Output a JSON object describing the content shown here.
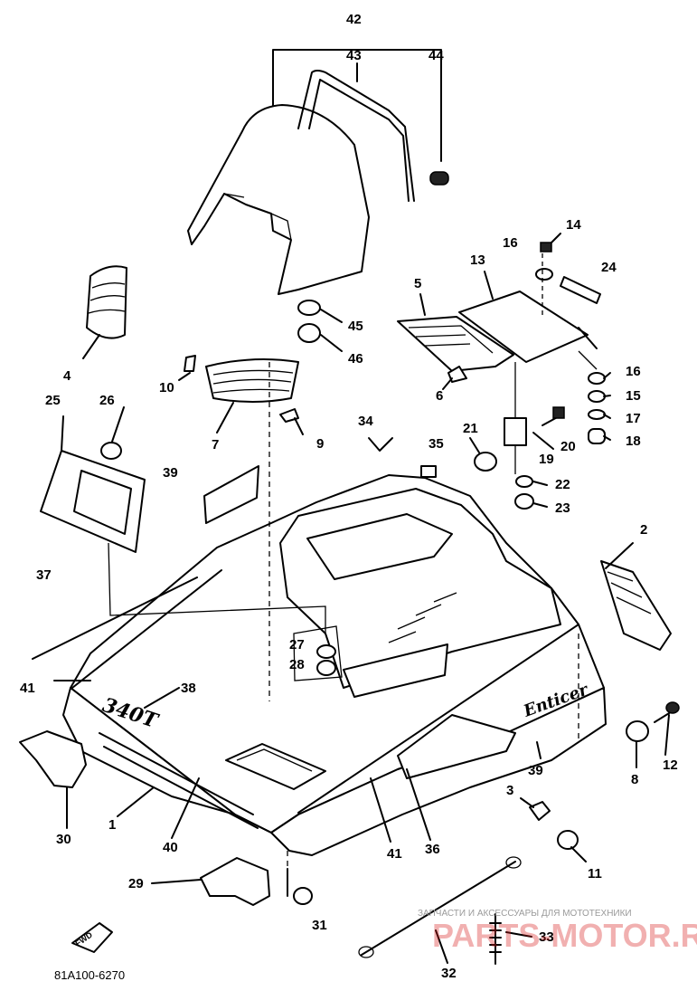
{
  "diagram": {
    "part_numbers": [
      {
        "id": "p42",
        "label": "42"
      },
      {
        "id": "p43",
        "label": "43"
      },
      {
        "id": "p44",
        "label": "44"
      },
      {
        "id": "p14",
        "label": "14"
      },
      {
        "id": "p16a",
        "label": "16"
      },
      {
        "id": "p24",
        "label": "24"
      },
      {
        "id": "p13",
        "label": "13"
      },
      {
        "id": "p5",
        "label": "5"
      },
      {
        "id": "p4",
        "label": "4"
      },
      {
        "id": "p45",
        "label": "45"
      },
      {
        "id": "p46",
        "label": "46"
      },
      {
        "id": "p10",
        "label": "10"
      },
      {
        "id": "p7",
        "label": "7"
      },
      {
        "id": "p9",
        "label": "9"
      },
      {
        "id": "p6",
        "label": "6"
      },
      {
        "id": "p16b",
        "label": "16"
      },
      {
        "id": "p15",
        "label": "15"
      },
      {
        "id": "p17",
        "label": "17"
      },
      {
        "id": "p18",
        "label": "18"
      },
      {
        "id": "p25",
        "label": "25"
      },
      {
        "id": "p26",
        "label": "26"
      },
      {
        "id": "p34",
        "label": "34"
      },
      {
        "id": "p35",
        "label": "35"
      },
      {
        "id": "p21",
        "label": "21"
      },
      {
        "id": "p20",
        "label": "20"
      },
      {
        "id": "p19",
        "label": "19"
      },
      {
        "id": "p39a",
        "label": "39"
      },
      {
        "id": "p22",
        "label": "22"
      },
      {
        "id": "p23",
        "label": "23"
      },
      {
        "id": "p2",
        "label": "2"
      },
      {
        "id": "p37",
        "label": "37"
      },
      {
        "id": "p27",
        "label": "27"
      },
      {
        "id": "p28",
        "label": "28"
      },
      {
        "id": "p41a",
        "label": "41"
      },
      {
        "id": "p38",
        "label": "38"
      },
      {
        "id": "p12",
        "label": "12"
      },
      {
        "id": "p8",
        "label": "8"
      },
      {
        "id": "p39b",
        "label": "39"
      },
      {
        "id": "p3",
        "label": "3"
      },
      {
        "id": "p30",
        "label": "30"
      },
      {
        "id": "p1",
        "label": "1"
      },
      {
        "id": "p40",
        "label": "40"
      },
      {
        "id": "p41b",
        "label": "41"
      },
      {
        "id": "p36",
        "label": "36"
      },
      {
        "id": "p11",
        "label": "11"
      },
      {
        "id": "p29",
        "label": "29"
      },
      {
        "id": "p31",
        "label": "31"
      },
      {
        "id": "p33",
        "label": "33"
      },
      {
        "id": "p32",
        "label": "32"
      }
    ],
    "model_decal": "340T",
    "brand_decal": "Enticer",
    "direction_badge": "FWD",
    "figure_code": "81A100-6270"
  },
  "watermark": {
    "caption": "ЗАПЧАСТИ И АКСЕССУАРЫ ДЛЯ МОТОТЕХНИКИ",
    "logo": "PARTS-MOTOR.RU"
  },
  "colors": {
    "line": "#000000",
    "paper": "#ffffff",
    "watermark_red": "#d81e1e",
    "watermark_grey": "#9a9a9a"
  }
}
